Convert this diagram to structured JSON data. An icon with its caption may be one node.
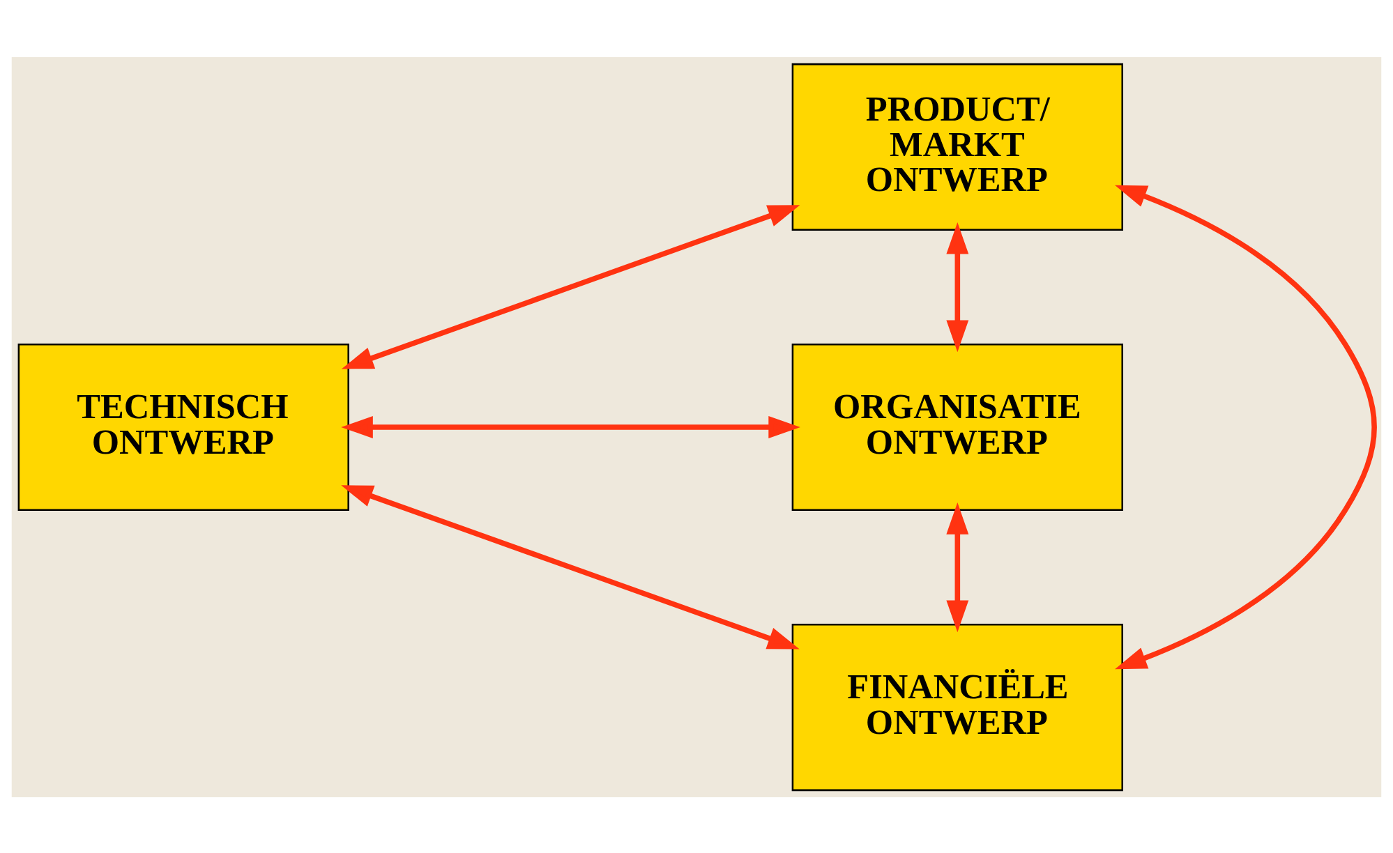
{
  "diagram": {
    "nodes": [
      {
        "text": [
          "PRODUCT/ MARKT ONTWERP"
        ]
      },
      {
        "text": [
          "TECHNISCH ONTWERP"
        ]
      },
      {
        "text": [
          "ORGANISATIE ONTWERP"
        ]
      },
      {
        "text": [
          "FINANCIËLE ONTWERP"
        ]
      }
    ],
    "edges": [
      {
        "from": 0,
        "to": 1,
        "arrow": "both"
      },
      {
        "from": 0,
        "to": 2,
        "arrow": "both"
      },
      {
        "from": 1,
        "to": 2,
        "arrow": "both"
      },
      {
        "from": 0,
        "to": 3,
        "arrow": "both"
      },
      {
        "from": 1,
        "to": 3,
        "arrow": "both"
      },
      {
        "from": 2,
        "to": 3,
        "arrow": "both"
      }
    ]
  }
}
